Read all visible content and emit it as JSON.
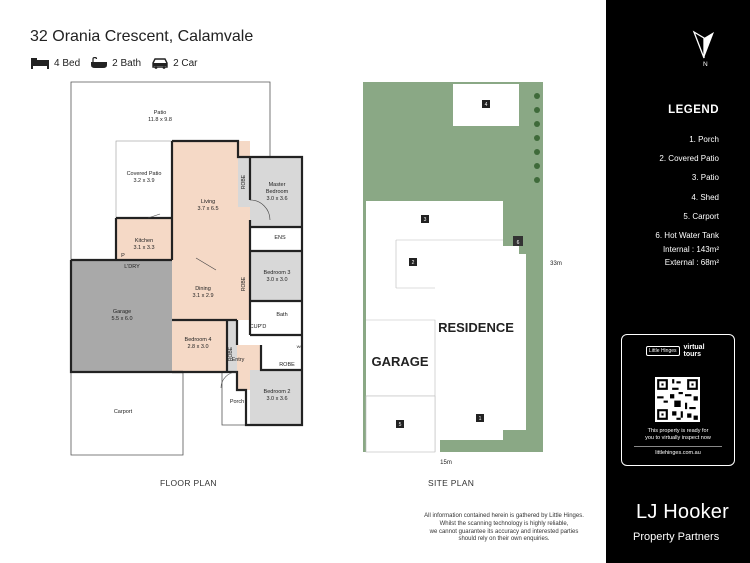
{
  "header": {
    "address": "32 Orania Crescent, Calamvale",
    "beds": "4 Bed",
    "baths": "2 Bath",
    "cars": "2 Car"
  },
  "floor_plan": {
    "caption": "FLOOR PLAN",
    "rooms": {
      "patio": {
        "name": "Patio",
        "size": "11.8 x 9.8"
      },
      "covered_patio": {
        "name": "Covered Patio",
        "size": "3.2 x 3.9"
      },
      "living": {
        "name": "Living",
        "size": "3.7 x 6.5"
      },
      "master": {
        "name": "Master",
        "name2": "Bedroom",
        "size": "3.0 x 3.6"
      },
      "kitchen": {
        "name": "Kitchen",
        "size": "3.1 x 3.3"
      },
      "ens": "ENS",
      "ldry": "L'DRY",
      "p": "P",
      "bedroom3": {
        "name": "Bedroom 3",
        "size": "3.0 x 3.0"
      },
      "garage": {
        "name": "Garage",
        "size": "5.5 x 6.0"
      },
      "dining": {
        "name": "Dining",
        "size": "3.1 x 2.9"
      },
      "bath": "Bath",
      "cupd": "CUP'D",
      "bedroom4": {
        "name": "Bedroom 4",
        "size": "2.8 x 3.0"
      },
      "entry": "Entry",
      "robe": "ROBE",
      "bedroom2": {
        "name": "Bedroom 2",
        "size": "3.0 x 3.6"
      },
      "porch": "Porch",
      "carport": "Carport",
      "wc": "WC"
    }
  },
  "site_plan": {
    "caption": "SITE PLAN",
    "residence": "RESIDENCE",
    "garage": "GARAGE",
    "width": "15m",
    "depth": "33m",
    "markers": [
      "1",
      "2",
      "3",
      "4",
      "5",
      "6"
    ]
  },
  "legend": {
    "title": "LEGEND",
    "items": [
      "1. Porch",
      "2. Covered Patio",
      "3. Patio",
      "4. Shed",
      "5. Carport",
      "6. Hot Water Tank"
    ],
    "internal_label": "Internal",
    "internal_value": "143m²",
    "external_label": "External",
    "external_value": "68m²"
  },
  "compass": {
    "label": "N"
  },
  "virtual_tour": {
    "logo_text": "Little Hinges",
    "label_line1": "virtual",
    "label_line2": "tours",
    "text_line1": "This property is ready for",
    "text_line2": "you to virtually inspect now",
    "url": "littlehinges.com.au"
  },
  "disclaimer": {
    "line1": "All information contained herein is gathered by Little Hinges.",
    "line2": "Whilst the scanning technology is highly reliable,",
    "line3": "we cannot guarantee its accuracy and interested parties",
    "line4": "should rely on their own enquiries."
  },
  "brand": {
    "name": "LJ Hooker",
    "subtitle": "Property Partners"
  },
  "colors": {
    "panel": "#000000",
    "floor_wood": "#f5d9c6",
    "floor_tile": "#d8d8d8",
    "garage": "#a9a9a9",
    "grass": "#8aa885",
    "wall": "#222222"
  }
}
